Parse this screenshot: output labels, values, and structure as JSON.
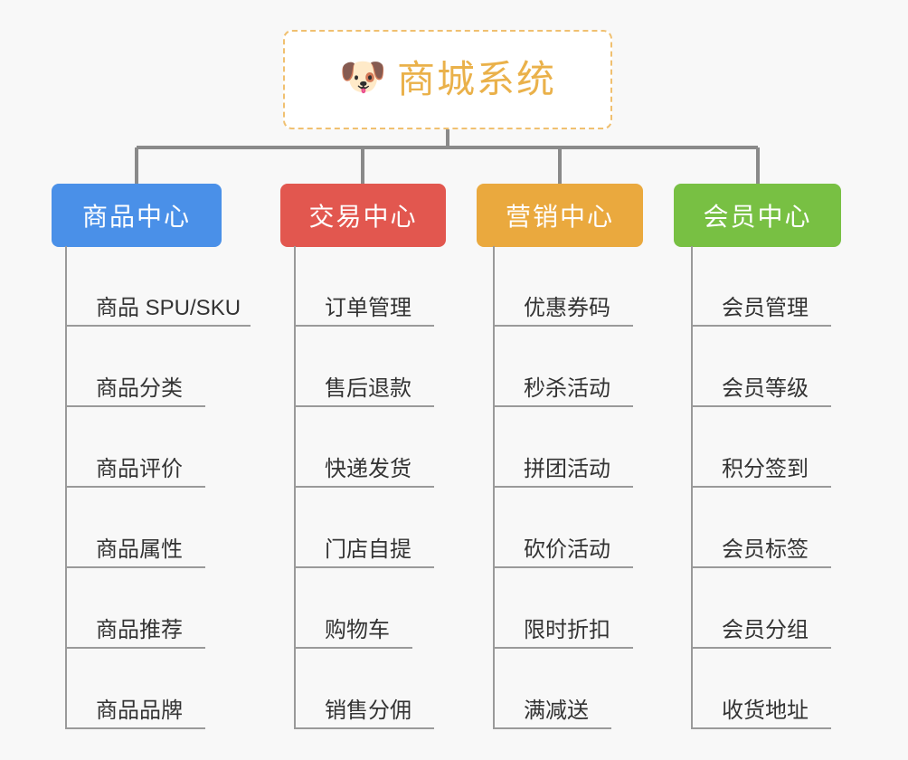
{
  "page": {
    "background_color": "#f8f8f8",
    "line_color": "#9a9a9a",
    "text_color": "#333333"
  },
  "root": {
    "icon": "shiba-dog-face",
    "icon_glyph": "🐶",
    "title": "商城系统",
    "title_color": "#eab14a",
    "border_color": "#f0c070",
    "background_color": "#ffffff"
  },
  "columns": [
    {
      "id": "product-center",
      "label": "商品中心",
      "color": "#4a90e8",
      "items": [
        "商品 SPU/SKU",
        "商品分类",
        "商品评价",
        "商品属性",
        "商品推荐",
        "商品品牌"
      ]
    },
    {
      "id": "trade-center",
      "label": "交易中心",
      "color": "#e2574f",
      "items": [
        "订单管理",
        "售后退款",
        "快递发货",
        "门店自提",
        "购物车",
        "销售分佣"
      ]
    },
    {
      "id": "marketing-center",
      "label": "营销中心",
      "color": "#eaa93e",
      "items": [
        "优惠券码",
        "秒杀活动",
        "拼团活动",
        "砍价活动",
        "限时折扣",
        "满减送"
      ]
    },
    {
      "id": "member-center",
      "label": "会员中心",
      "color": "#78c043",
      "items": [
        "会员管理",
        "会员等级",
        "积分签到",
        "会员标签",
        "会员分组",
        "收货地址"
      ]
    }
  ]
}
